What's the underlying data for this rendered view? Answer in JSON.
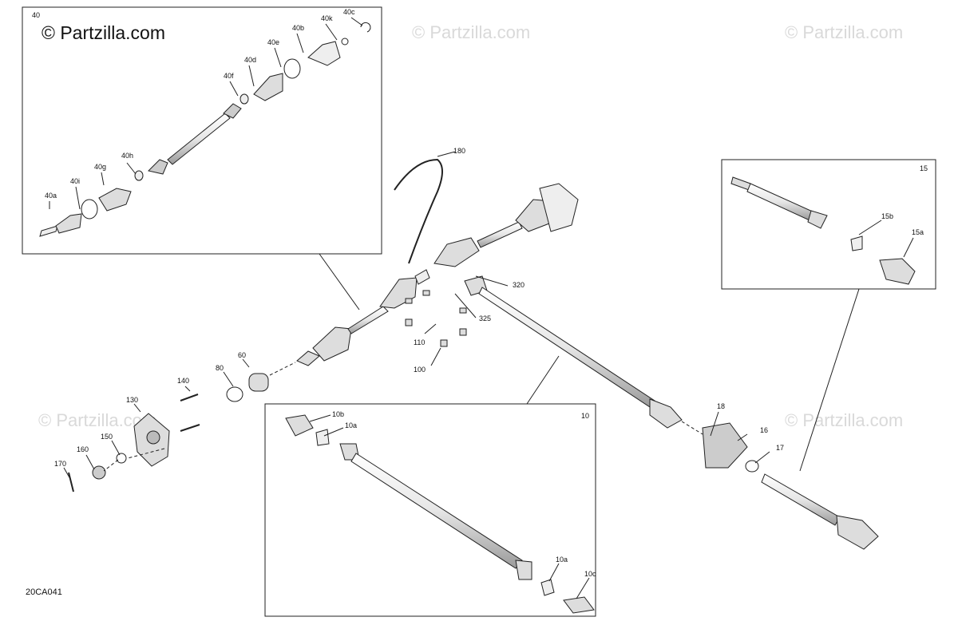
{
  "watermark_main": "© Partzilla.com",
  "watermark_faint": "© Partzilla.com",
  "diagram_code": "20CA041",
  "inset_top_left": {
    "id": "40",
    "callouts": [
      "40a",
      "40i",
      "40g",
      "40h",
      "40f",
      "40d",
      "40e",
      "40b",
      "40k",
      "40c"
    ]
  },
  "inset_right": {
    "id": "15",
    "callouts": [
      "15b",
      "15a"
    ]
  },
  "inset_bottom": {
    "id": "10",
    "callouts": [
      "10b",
      "10a",
      "10a",
      "10c"
    ]
  },
  "main_callouts": [
    "180",
    "320",
    "325",
    "110",
    "100",
    "60",
    "80",
    "140",
    "130",
    "150",
    "160",
    "170",
    "18",
    "16",
    "17"
  ]
}
